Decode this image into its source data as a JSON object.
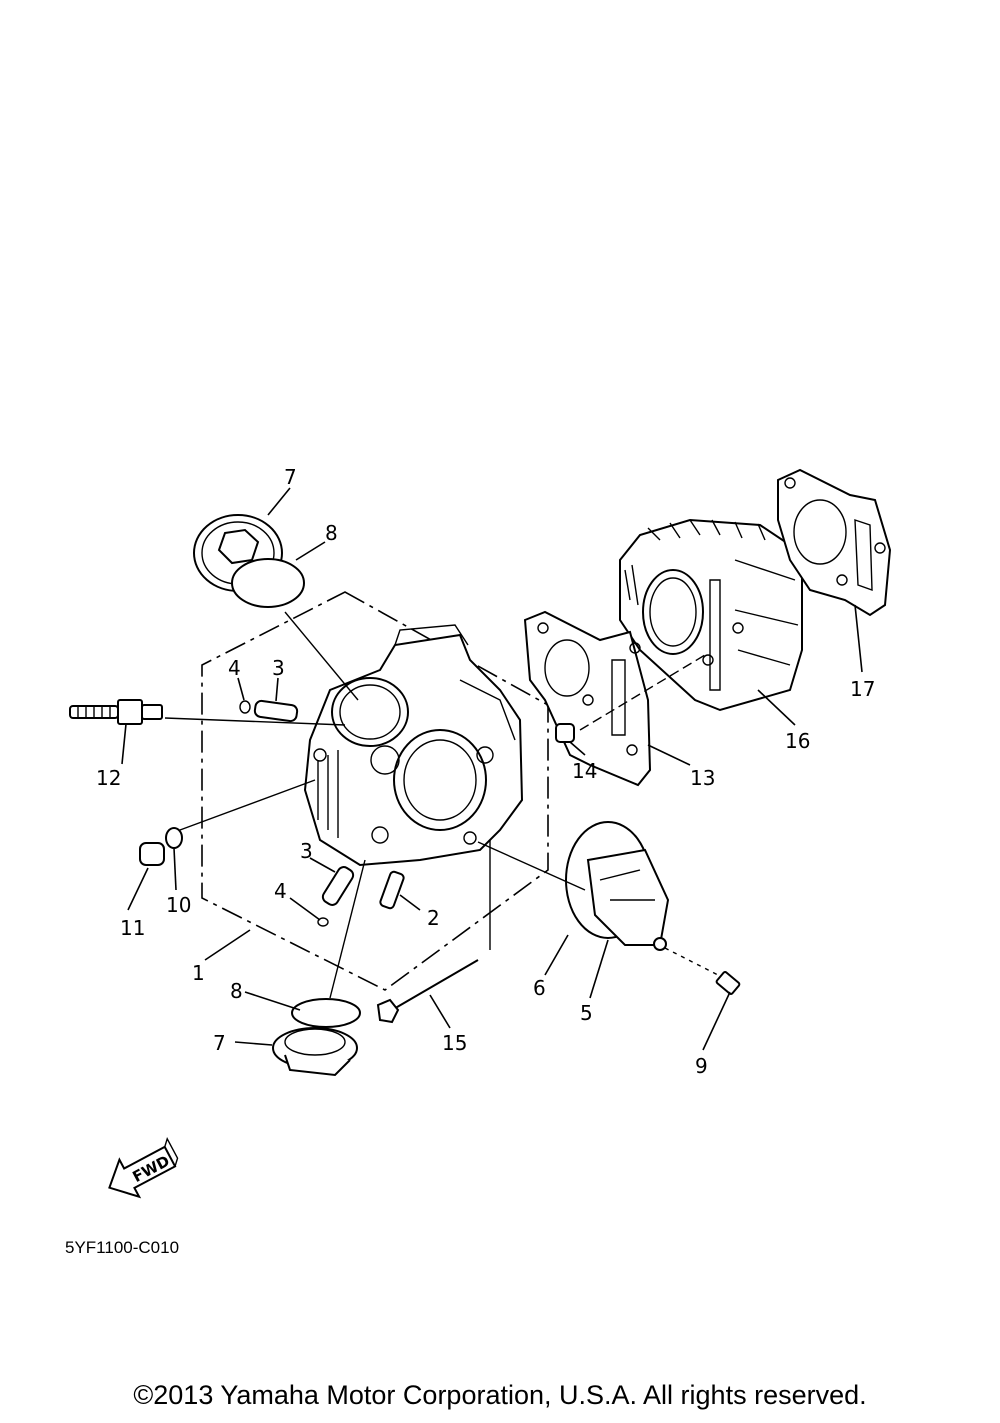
{
  "labels": {
    "l1": "1",
    "l2": "2",
    "l3a": "3",
    "l3b": "3",
    "l4a": "4",
    "l4b": "4",
    "l5": "5",
    "l6": "6",
    "l7a": "7",
    "l7b": "7",
    "l8a": "8",
    "l8b": "8",
    "l9": "9",
    "l10": "10",
    "l11": "11",
    "l12": "12",
    "l13": "13",
    "l14": "14",
    "l15": "15",
    "l16": "16",
    "l17": "17"
  },
  "fwd_arrow": "FWD",
  "ref_code": "5YF1100-C010",
  "copyright": "©2013 Yamaha Motor Corporation, U.S.A. All rights reserved."
}
